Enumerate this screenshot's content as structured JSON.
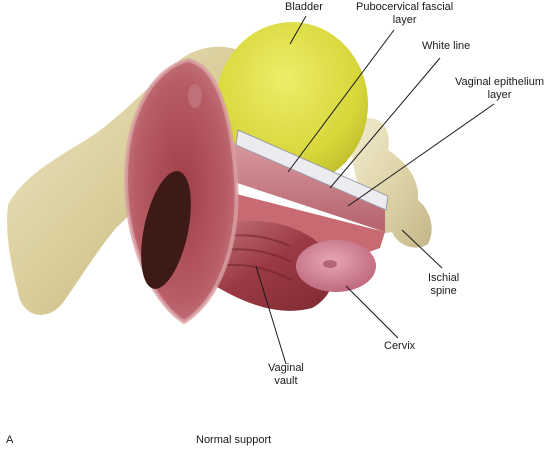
{
  "labels": {
    "bladder": "Bladder",
    "pubocervical_l1": "Pubocervical fascial",
    "pubocervical_l2": "layer",
    "white_line": "White line",
    "vaginal_epi_l1": "Vaginal epithelium",
    "vaginal_epi_l2": "layer",
    "ischial_l1": "Ischial",
    "ischial_l2": "spine",
    "cervix": "Cervix",
    "vault_l1": "Vaginal",
    "vault_l2": "vault"
  },
  "caption": {
    "panel_letter": "A",
    "title": "Normal support"
  },
  "colors": {
    "bladder": "#dcdc3c",
    "bone": "#e6dcb2",
    "tissue": "#b5525c",
    "cervix": "#d7889a",
    "white_line": "#ececf0"
  }
}
